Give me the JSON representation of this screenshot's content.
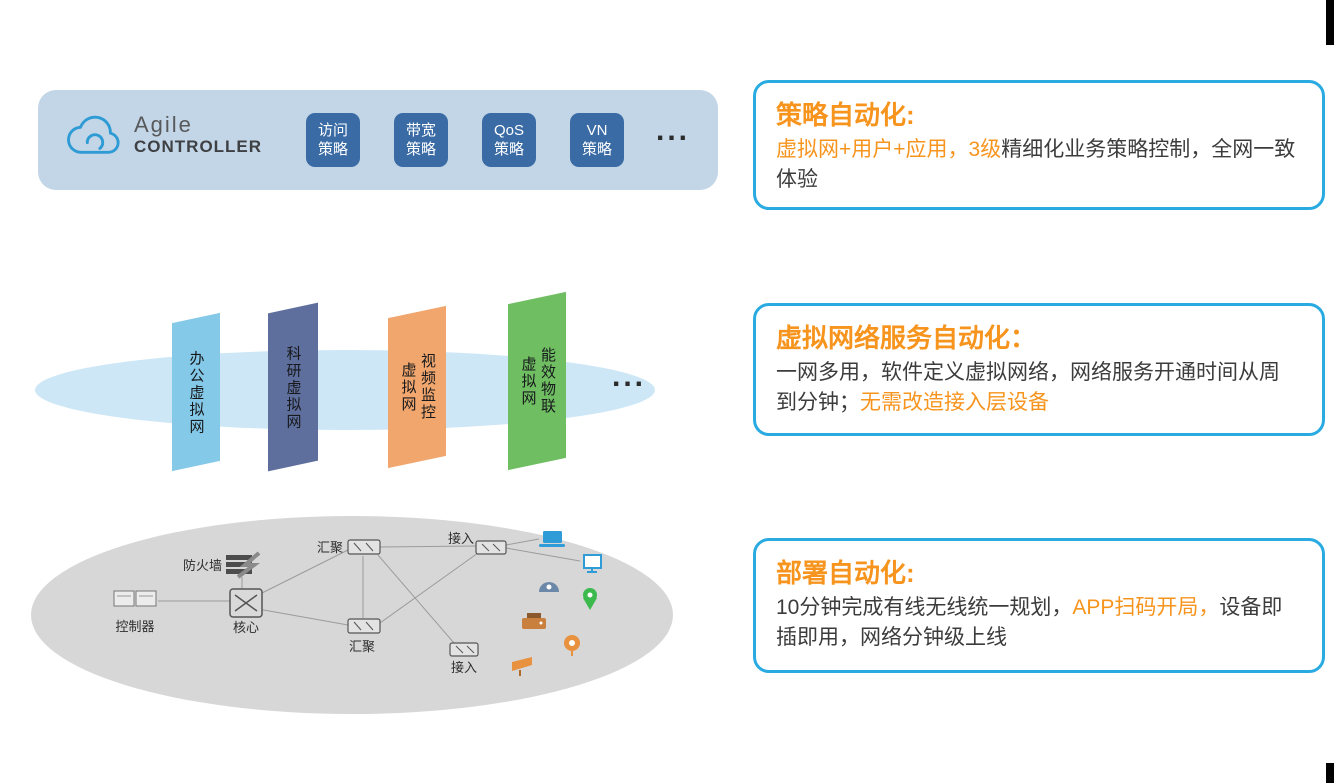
{
  "canvas": {
    "bg": "#FFFFFF",
    "accent_cyan": "#29ABE2",
    "accent_orange": "#F7941D"
  },
  "controller_bar": {
    "bg": "#C3D6E7",
    "chip_bg": "#3A6BA5",
    "brand_top": "Agile",
    "brand_bottom": "CONTROLLER",
    "chips": [
      {
        "line1": "访问",
        "line2": "策略"
      },
      {
        "line1": "带宽",
        "line2": "策略"
      },
      {
        "line1": "QoS",
        "line2": "策略"
      },
      {
        "line1": "VN",
        "line2": "策略"
      }
    ],
    "ellipsis": "..."
  },
  "virtual_network_layer": {
    "ellipse_color": "#CDE7F6",
    "panes": [
      {
        "line1": "办公虚拟网",
        "line2": "",
        "color": "#85C9E8"
      },
      {
        "line1": "科研虚拟网",
        "line2": "",
        "color": "#5F6F9D"
      },
      {
        "line1": "视频监控",
        "line2": "虚拟网",
        "color": "#F1A66E"
      },
      {
        "line1": "能效物联",
        "line2": "虚拟网",
        "color": "#6FBE62"
      }
    ],
    "ellipsis": "..."
  },
  "physical_layer": {
    "ellipse_color": "#D7D7D7",
    "labels": {
      "controller": "控制器",
      "firewall": "防火墙",
      "core": "核心",
      "agg_top": "汇聚",
      "agg_bottom": "汇聚",
      "access_top": "接入",
      "access_bottom": "接入"
    }
  },
  "callouts": [
    {
      "title": "策略自动化:",
      "segments": [
        {
          "text": "虚拟网+用户+应用，3级",
          "emphasis": true
        },
        {
          "text": "精细化业务策略控制，全网一致体验",
          "emphasis": false
        }
      ]
    },
    {
      "title": "虚拟网络服务自动化：",
      "segments": [
        {
          "text": "一网多用，软件定义虚拟网络，网络服务开通时间从周到分钟；",
          "emphasis": false
        },
        {
          "text": "无需改造接入层设备",
          "emphasis": true
        }
      ]
    },
    {
      "title": "部署自动化:",
      "segments": [
        {
          "text": "10分钟完成有线无线统一规划，",
          "emphasis": false
        },
        {
          "text": "APP扫码开局，",
          "emphasis": true
        },
        {
          "text": "设备即插即用，网络分钟级上线",
          "emphasis": false
        }
      ]
    }
  ]
}
